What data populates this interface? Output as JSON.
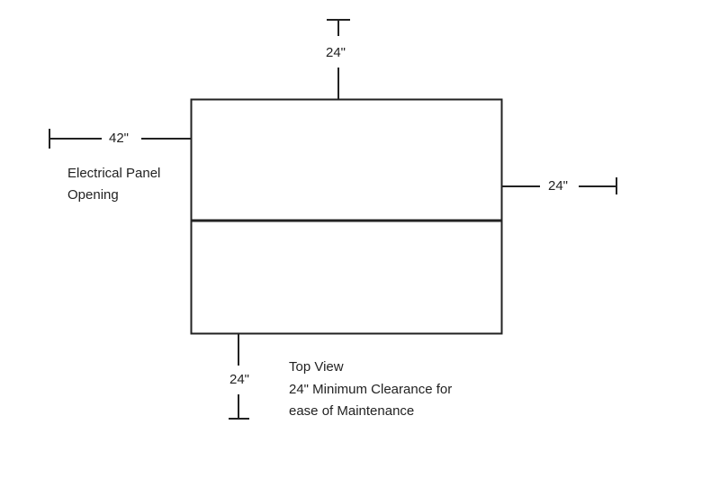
{
  "dimensions": {
    "top": "24\"",
    "left": "42\"",
    "right": "24\"",
    "bottom": "24\""
  },
  "labels": {
    "panel_line1": "Electrical Panel",
    "panel_line2": "Opening",
    "note_line1": "Top View",
    "note_line2": "24\" Minimum Clearance for",
    "note_line3": "ease of Maintenance"
  },
  "colors": {
    "line": "#222222"
  }
}
